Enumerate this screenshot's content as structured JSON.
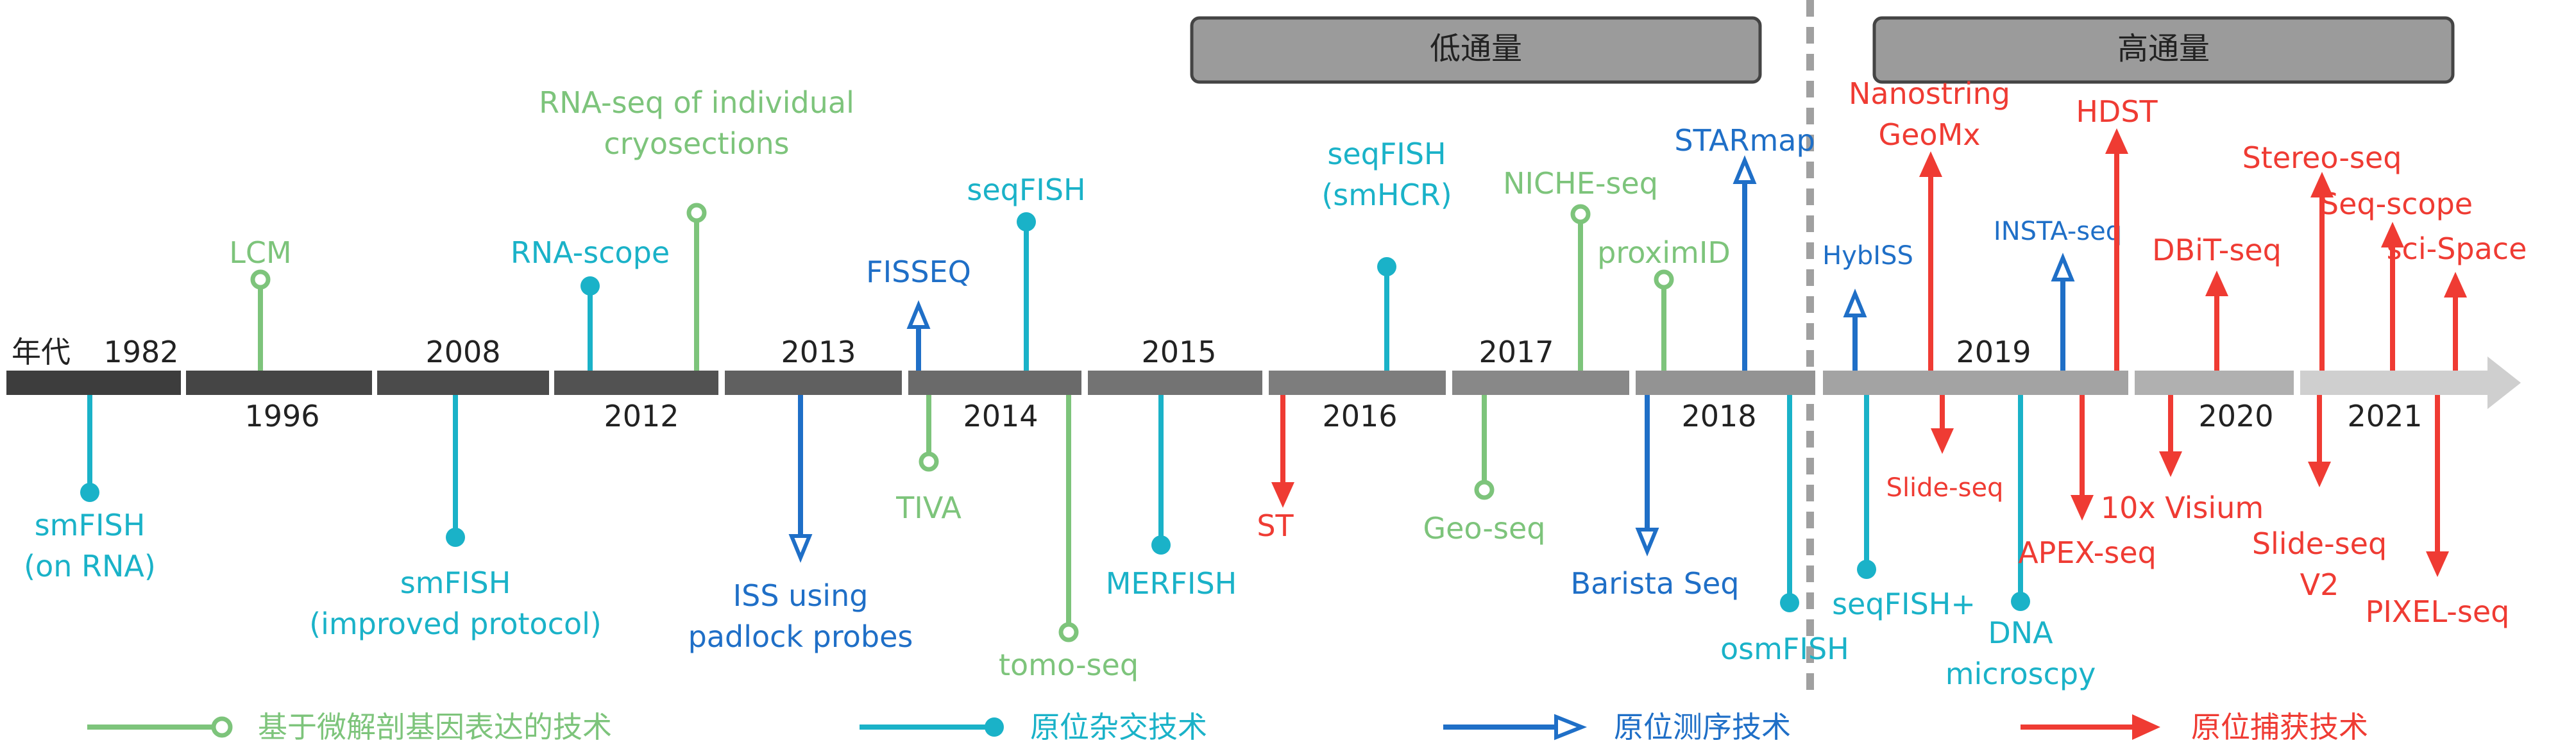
{
  "year_prefix": "年代",
  "regions": {
    "low": "低通量",
    "high": "高通量"
  },
  "years": [
    "1982",
    "1996",
    "2008",
    "2012",
    "2013",
    "2014",
    "2015",
    "2016",
    "2017",
    "2018",
    "2019",
    "2020",
    "2021"
  ],
  "legend": [
    {
      "label": "基于微解剖基因表达的技术",
      "category": "microdissection",
      "color": "#7dc47b"
    },
    {
      "label": "原位杂交技术",
      "category": "hybridization",
      "color": "#1ab2c8"
    },
    {
      "label": "原位测序技术",
      "category": "sequencing",
      "color": "#1f6fc7"
    },
    {
      "label": "原位捕获技术",
      "category": "capture",
      "color": "#ef3b33"
    }
  ],
  "techs": {
    "smfish_rna": {
      "lines": [
        "smFISH",
        "(on RNA)"
      ],
      "year": "1982",
      "category": "hybridization"
    },
    "lcm": {
      "lines": [
        "LCM"
      ],
      "year": "1996",
      "category": "microdissection"
    },
    "smfish_imp": {
      "lines": [
        "smFISH",
        "(improved protocol)"
      ],
      "year": "2008",
      "category": "hybridization"
    },
    "rnascope": {
      "lines": [
        "RNA-scope"
      ],
      "year": "2012",
      "category": "hybridization"
    },
    "rnaseq_cryo": {
      "lines": [
        "RNA-seq of individual",
        "cryosections"
      ],
      "year": "2012",
      "category": "microdissection"
    },
    "iss": {
      "lines": [
        "ISS using",
        "padlock probes"
      ],
      "year": "2013",
      "category": "sequencing"
    },
    "fisseq": {
      "lines": [
        "FISSEQ"
      ],
      "year": "2014",
      "category": "sequencing"
    },
    "tiva": {
      "lines": [
        "TIVA"
      ],
      "year": "2014",
      "category": "microdissection"
    },
    "seqfish": {
      "lines": [
        "seqFISH"
      ],
      "year": "2014",
      "category": "hybridization"
    },
    "tomoseq": {
      "lines": [
        "tomo-seq"
      ],
      "year": "2014",
      "category": "microdissection"
    },
    "merfish": {
      "lines": [
        "MERFISH"
      ],
      "year": "2015",
      "category": "hybridization"
    },
    "st": {
      "lines": [
        "ST"
      ],
      "year": "2016",
      "category": "capture"
    },
    "seqfish_hcr": {
      "lines": [
        "seqFISH",
        "(smHCR)"
      ],
      "year": "2016",
      "category": "hybridization"
    },
    "geoseq": {
      "lines": [
        "Geo-seq"
      ],
      "year": "2017",
      "category": "microdissection"
    },
    "nicheseq": {
      "lines": [
        "NICHE-seq"
      ],
      "year": "2017",
      "category": "microdissection"
    },
    "proximid": {
      "lines": [
        "proximID"
      ],
      "year": "2018",
      "category": "microdissection"
    },
    "barista": {
      "lines": [
        "Barista Seq"
      ],
      "year": "2018",
      "category": "sequencing"
    },
    "starmap": {
      "lines": [
        "STARmap"
      ],
      "year": "2018",
      "category": "sequencing"
    },
    "osmfish": {
      "lines": [
        "osmFISH"
      ],
      "year": "2018",
      "category": "hybridization"
    },
    "hybiss": {
      "lines": [
        "HybISS"
      ],
      "year": "2019",
      "category": "sequencing"
    },
    "seqfishplus": {
      "lines": [
        "seqFISH+"
      ],
      "year": "2019",
      "category": "hybridization"
    },
    "nanostring": {
      "lines": [
        "Nanostring",
        "GeoMx"
      ],
      "year": "2019",
      "category": "capture"
    },
    "slideseq": {
      "lines": [
        "Slide-seq"
      ],
      "year": "2019",
      "category": "capture"
    },
    "dna_micro": {
      "lines": [
        "DNA",
        "microscpy"
      ],
      "year": "2019",
      "category": "hybridization"
    },
    "instaseq": {
      "lines": [
        "INSTA-seq"
      ],
      "year": "2019",
      "category": "sequencing"
    },
    "apexseq": {
      "lines": [
        "APEX-seq"
      ],
      "year": "2019",
      "category": "capture"
    },
    "hdst": {
      "lines": [
        "HDST"
      ],
      "year": "2019",
      "category": "capture"
    },
    "visium": {
      "lines": [
        "10x Visium"
      ],
      "year": "2020",
      "category": "capture"
    },
    "dbitseq": {
      "lines": [
        "DBiT-seq"
      ],
      "year": "2020",
      "category": "capture"
    },
    "stereoseq": {
      "lines": [
        "Stereo-seq"
      ],
      "year": "2021",
      "category": "capture"
    },
    "slideseqv2": {
      "lines": [
        "Slide-seq",
        "V2"
      ],
      "year": "2021",
      "category": "capture"
    },
    "seqscope": {
      "lines": [
        "Seq-scope"
      ],
      "year": "2021",
      "category": "capture"
    },
    "pixelseq": {
      "lines": [
        "PIXEL-seq"
      ],
      "year": "2021",
      "category": "capture"
    },
    "scispace": {
      "lines": [
        "sci-Space"
      ],
      "year": "2021",
      "category": "capture"
    }
  }
}
